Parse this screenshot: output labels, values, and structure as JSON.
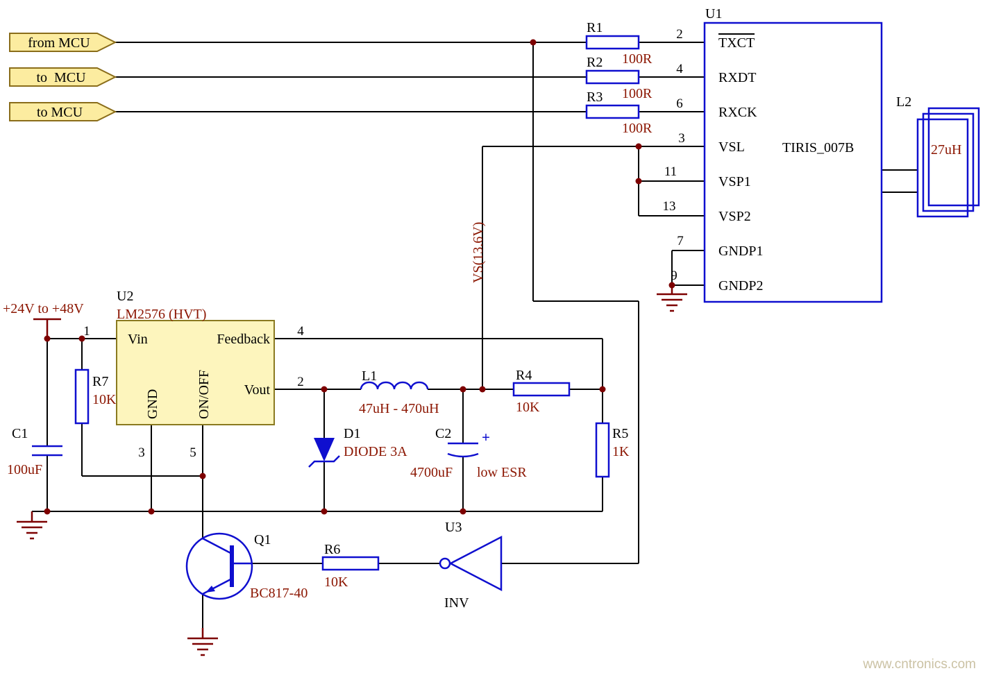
{
  "palette": {
    "wire": "#000000",
    "component_outline": "#0f0fcf",
    "junction_dot": "#7d0000",
    "power_symbol": "#7d0000",
    "value_text": "#8b1500",
    "designator_text": "#000000",
    "part_body_fill": "#fdf5bd",
    "port_fill": "#fceca0",
    "port_border": "#8a6d1a",
    "watermark_text": "#cbc2a4",
    "background": "#ffffff"
  },
  "ports": {
    "from_mcu": "from MCU",
    "to_mcu_1": "to  MCU",
    "to_mcu_2": "to MCU"
  },
  "power": {
    "rail_label": "+24V to +48V",
    "vs_net_label": "VS(13.6V)"
  },
  "u1": {
    "designator": "U1",
    "part": "TIRIS_007B",
    "pin_names": [
      "TXCT",
      "RXDT",
      "RXCK",
      "VSL",
      "VSP1",
      "VSP2",
      "GNDP1",
      "GNDP2"
    ],
    "pin_numbers": [
      "2",
      "4",
      "6",
      "3",
      "11",
      "13",
      "7",
      "9"
    ]
  },
  "u2": {
    "designator": "U2",
    "part": "LM2576 (HVT)",
    "pins": {
      "vin": {
        "num": "1",
        "name": "Vin"
      },
      "feedback": {
        "num": "4",
        "name": "Feedback"
      },
      "vout": {
        "num": "2",
        "name": "Vout"
      },
      "gnd": {
        "num": "3",
        "name": "GND"
      },
      "onoff": {
        "num": "5",
        "name": "ON/OFF"
      }
    }
  },
  "components": {
    "r1": {
      "designator": "R1",
      "value": "100R"
    },
    "r2": {
      "designator": "R2",
      "value": "100R"
    },
    "r3": {
      "designator": "R3",
      "value": "100R"
    },
    "r4": {
      "designator": "R4",
      "value": "10K"
    },
    "r5": {
      "designator": "R5",
      "value": "1K"
    },
    "r6": {
      "designator": "R6",
      "value": "10K"
    },
    "r7": {
      "designator": "R7",
      "value": "10K"
    },
    "c1": {
      "designator": "C1",
      "value": "100uF"
    },
    "c2": {
      "designator": "C2",
      "value": "4700uF",
      "note": "low ESR",
      "polarity": "+"
    },
    "d1": {
      "designator": "D1",
      "value": "DIODE 3A"
    },
    "l1": {
      "designator": "L1",
      "value": "47uH - 470uH"
    },
    "l2": {
      "designator": "L2",
      "value": "27uH"
    },
    "q1": {
      "designator": "Q1",
      "value": "BC817-40"
    },
    "u3": {
      "designator": "U3",
      "value": "INV"
    }
  },
  "watermark": "www.cntronics.com"
}
